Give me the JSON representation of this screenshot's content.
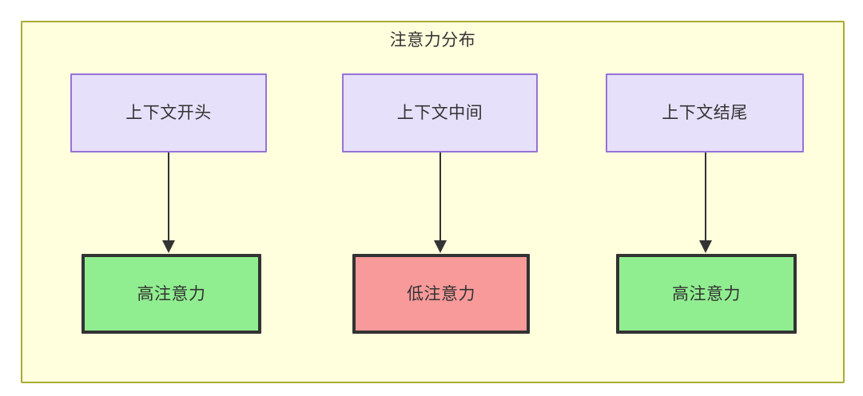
{
  "diagram": {
    "title": "注意力分布",
    "type": "flowchart",
    "colors": {
      "container_fill": "#ffffde",
      "container_border": "#aaaa33",
      "context_fill": "#e6e0fa",
      "context_border": "#9673d8",
      "high_attention_fill": "#90ee90",
      "low_attention_fill": "#f89a9a",
      "node_border": "#333333",
      "text": "#333333",
      "edge": "#333333"
    },
    "context_nodes": [
      {
        "id": "context-start",
        "label": "上下文开头"
      },
      {
        "id": "context-mid",
        "label": "上下文中间"
      },
      {
        "id": "context-end",
        "label": "上下文结尾"
      }
    ],
    "attention_nodes": [
      {
        "id": "attention-1",
        "label": "高注意力",
        "level": "high"
      },
      {
        "id": "attention-2",
        "label": "低注意力",
        "level": "low"
      },
      {
        "id": "attention-3",
        "label": "高注意力",
        "level": "high"
      }
    ],
    "edges": [
      {
        "from": "上下文开头",
        "to": "高注意力"
      },
      {
        "from": "上下文中间",
        "to": "低注意力"
      },
      {
        "from": "上下文结尾",
        "to": "高注意力"
      }
    ]
  }
}
